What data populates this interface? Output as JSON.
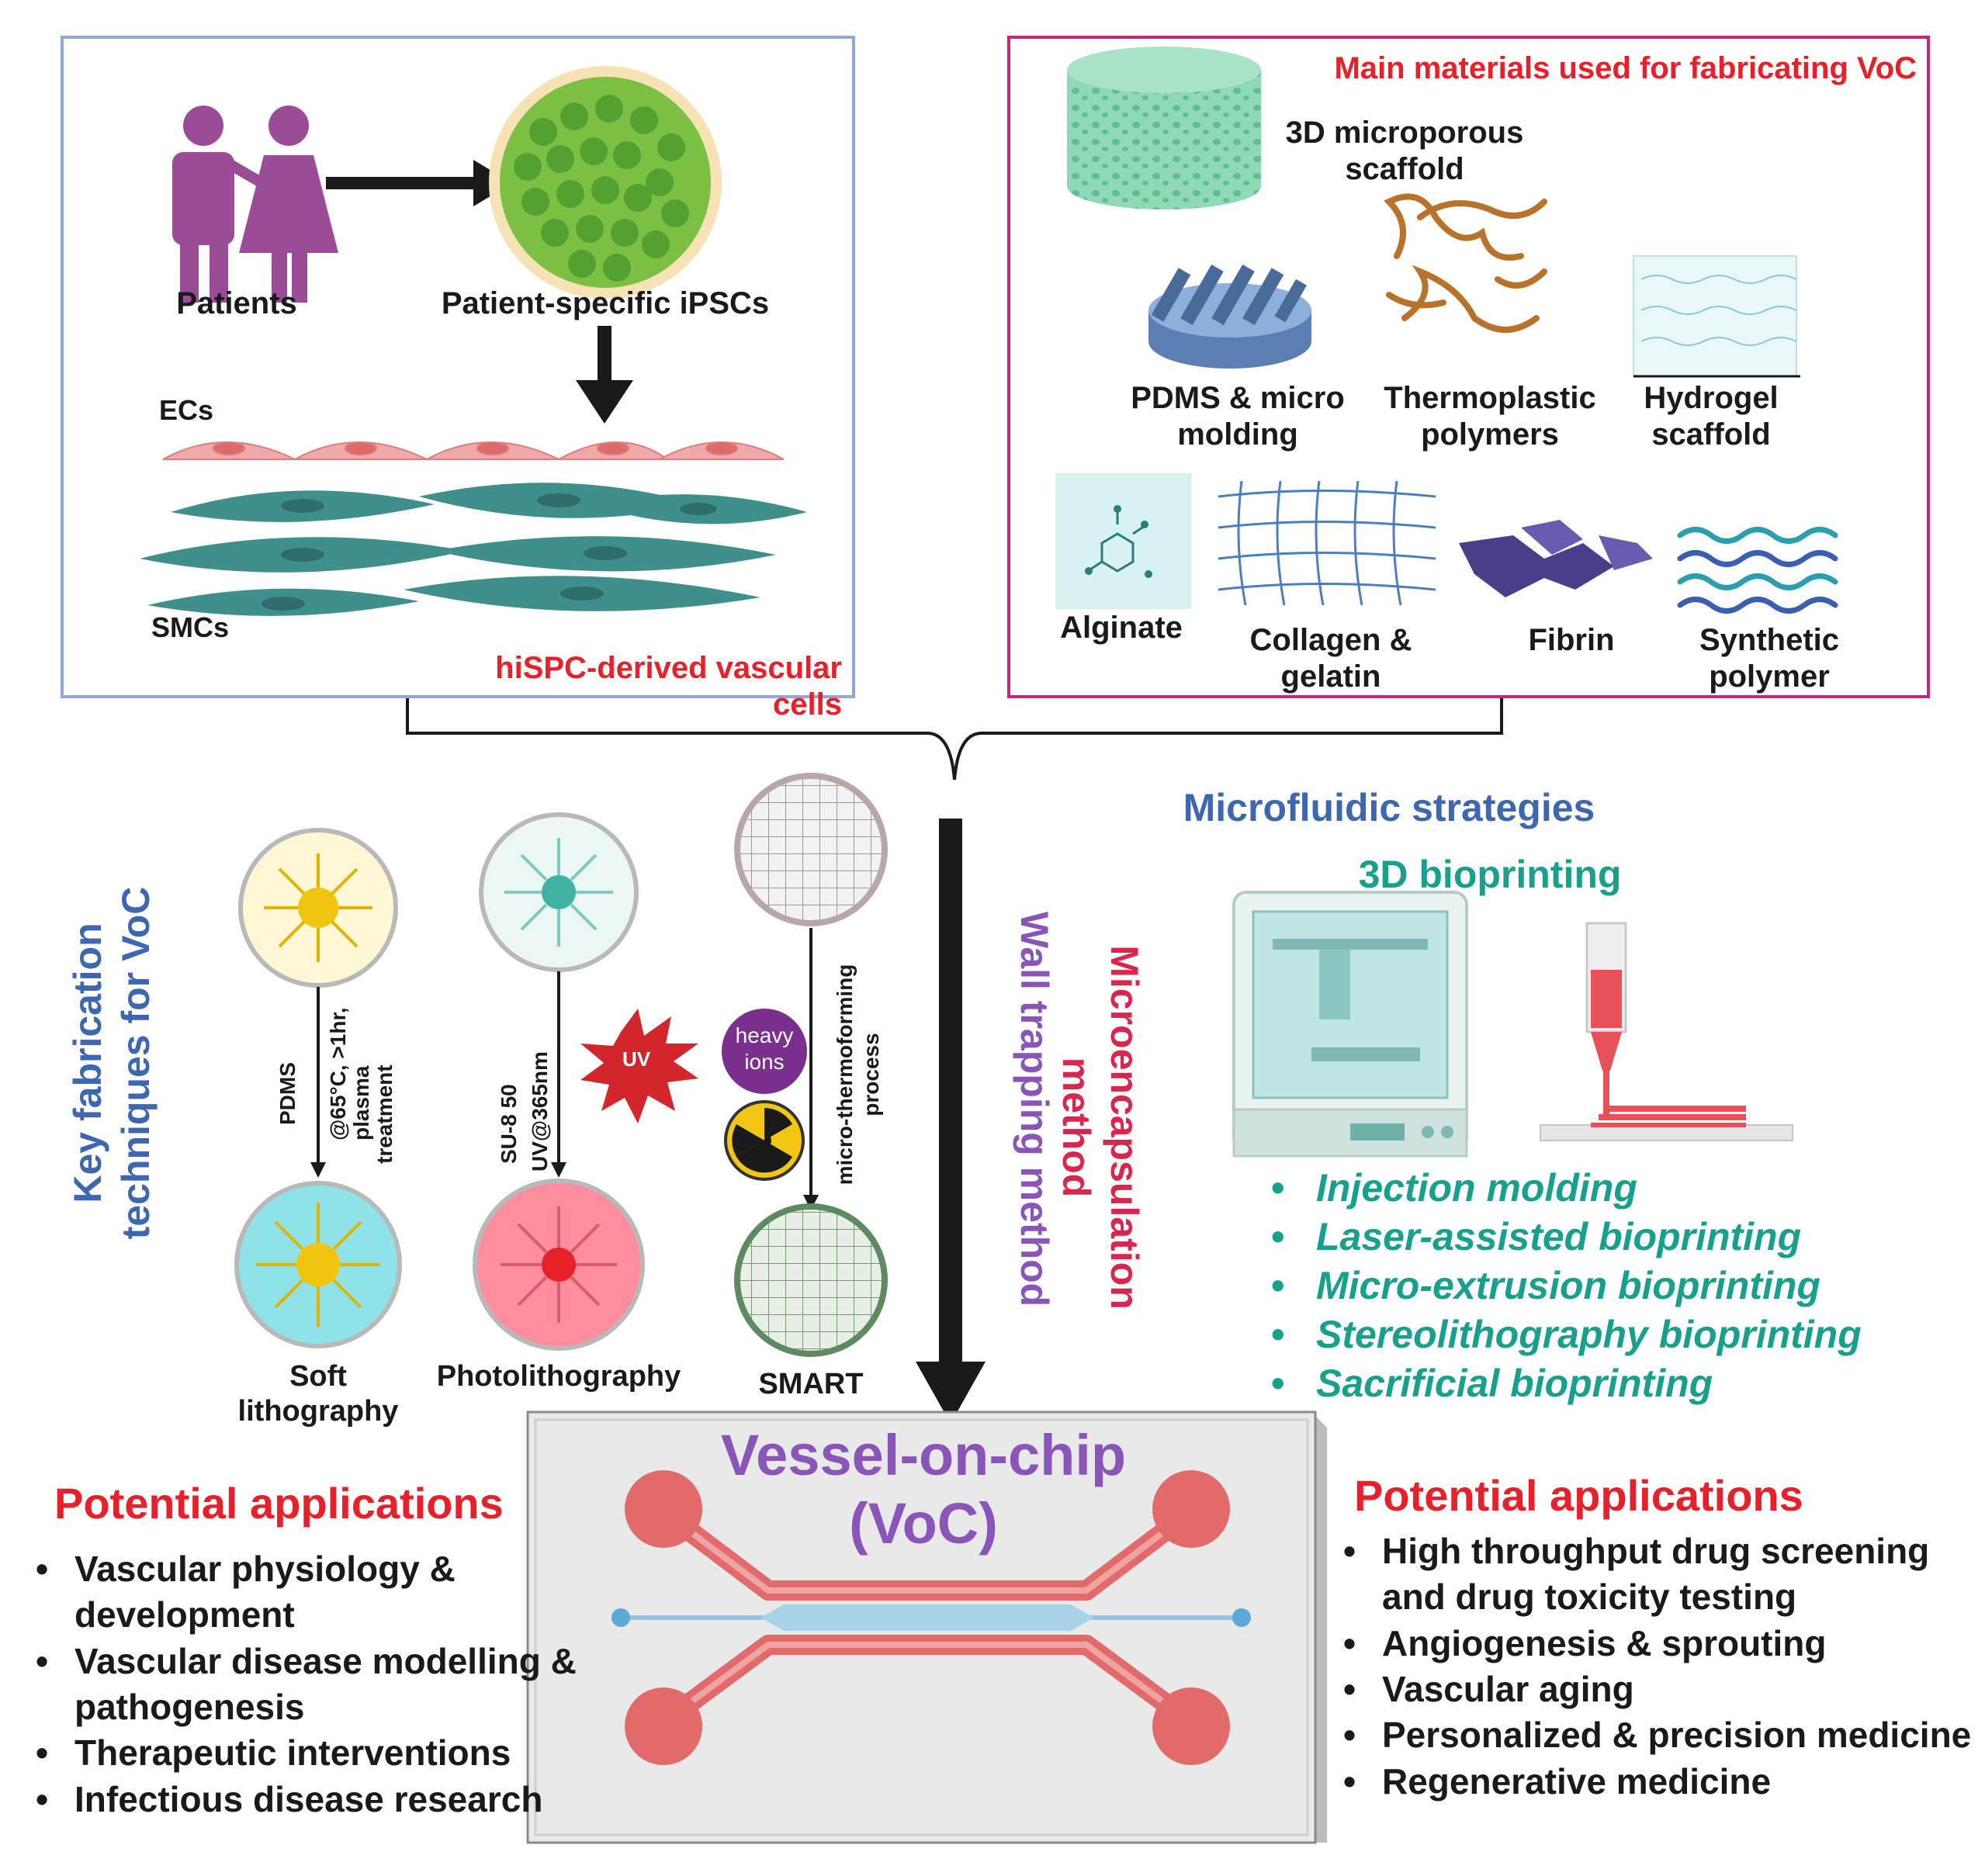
{
  "cells_panel": {
    "patients": "Patients",
    "ipscs": "Patient-specific iPSCs",
    "ecs": "ECs",
    "smcs": "SMCs",
    "caption": "hiSPC-derived vascular cells"
  },
  "materials_panel": {
    "title": "Main materials used for fabricating VoC",
    "scaffold": [
      "3D microporous",
      "scaffold"
    ],
    "pdms": [
      "PDMS & micro",
      "molding"
    ],
    "thermoplastic": [
      "Thermoplastic",
      "polymers"
    ],
    "hydrogel": [
      "Hydrogel",
      "scaffold"
    ],
    "alginate": "Alginate",
    "collagen": [
      "Collagen &",
      "gelatin"
    ],
    "fibrin": "Fibrin",
    "synthetic": [
      "Synthetic",
      "polymer"
    ]
  },
  "fabrication": {
    "title": [
      "Key fabrication",
      "techniques for VoC"
    ],
    "soft": {
      "step1": "PDMS",
      "step2": "@65°C, >1hr,",
      "step3": "plasma",
      "step4": "treatment",
      "label": [
        "Soft",
        "lithography"
      ]
    },
    "photo": {
      "step1": "SU-8 50",
      "step2": "UV@365nm",
      "uv": "UV",
      "label": "Photolithography"
    },
    "smart": {
      "heavy": [
        "heavy",
        "ions"
      ],
      "process": [
        "micro-thermoforming",
        "process"
      ],
      "label": "SMART"
    },
    "wall_trapping": "Wall trapping method",
    "microencapsulation": [
      "Microencapsulation",
      "method"
    ]
  },
  "microfluidic": {
    "title": "Microfluidic strategies",
    "bioprinting_title": "3D bioprinting",
    "items": [
      "Injection molding",
      "Laser-assisted bioprinting",
      "Micro-extrusion bioprinting",
      "Stereolithography bioprinting",
      "Sacrificial bioprinting"
    ]
  },
  "chip": {
    "title": "Vessel-on-chip",
    "subtitle": "(VoC)"
  },
  "applications_left": {
    "title": "Potential applications",
    "items": [
      "Vascular physiology & development",
      "Vascular disease modelling & pathogenesis",
      "Therapeutic interventions",
      "Infectious disease research"
    ]
  },
  "applications_right": {
    "title": "Potential applications",
    "items": [
      "High throughput drug screening and drug toxicity testing",
      "Angiogenesis & sprouting",
      "Vascular aging",
      "Personalized & precision medicine",
      "Regenerative medicine"
    ]
  },
  "colors": {
    "cells_border": "#8fa8d8",
    "materials_border": "#c2277a",
    "accent_red": "#e8202a",
    "accent_blue": "#3d67b1",
    "accent_teal": "#17a08c",
    "accent_purple": "#8a55b8",
    "chip_channel": "#e26a6a",
    "chip_center": "#a9d3e8"
  }
}
